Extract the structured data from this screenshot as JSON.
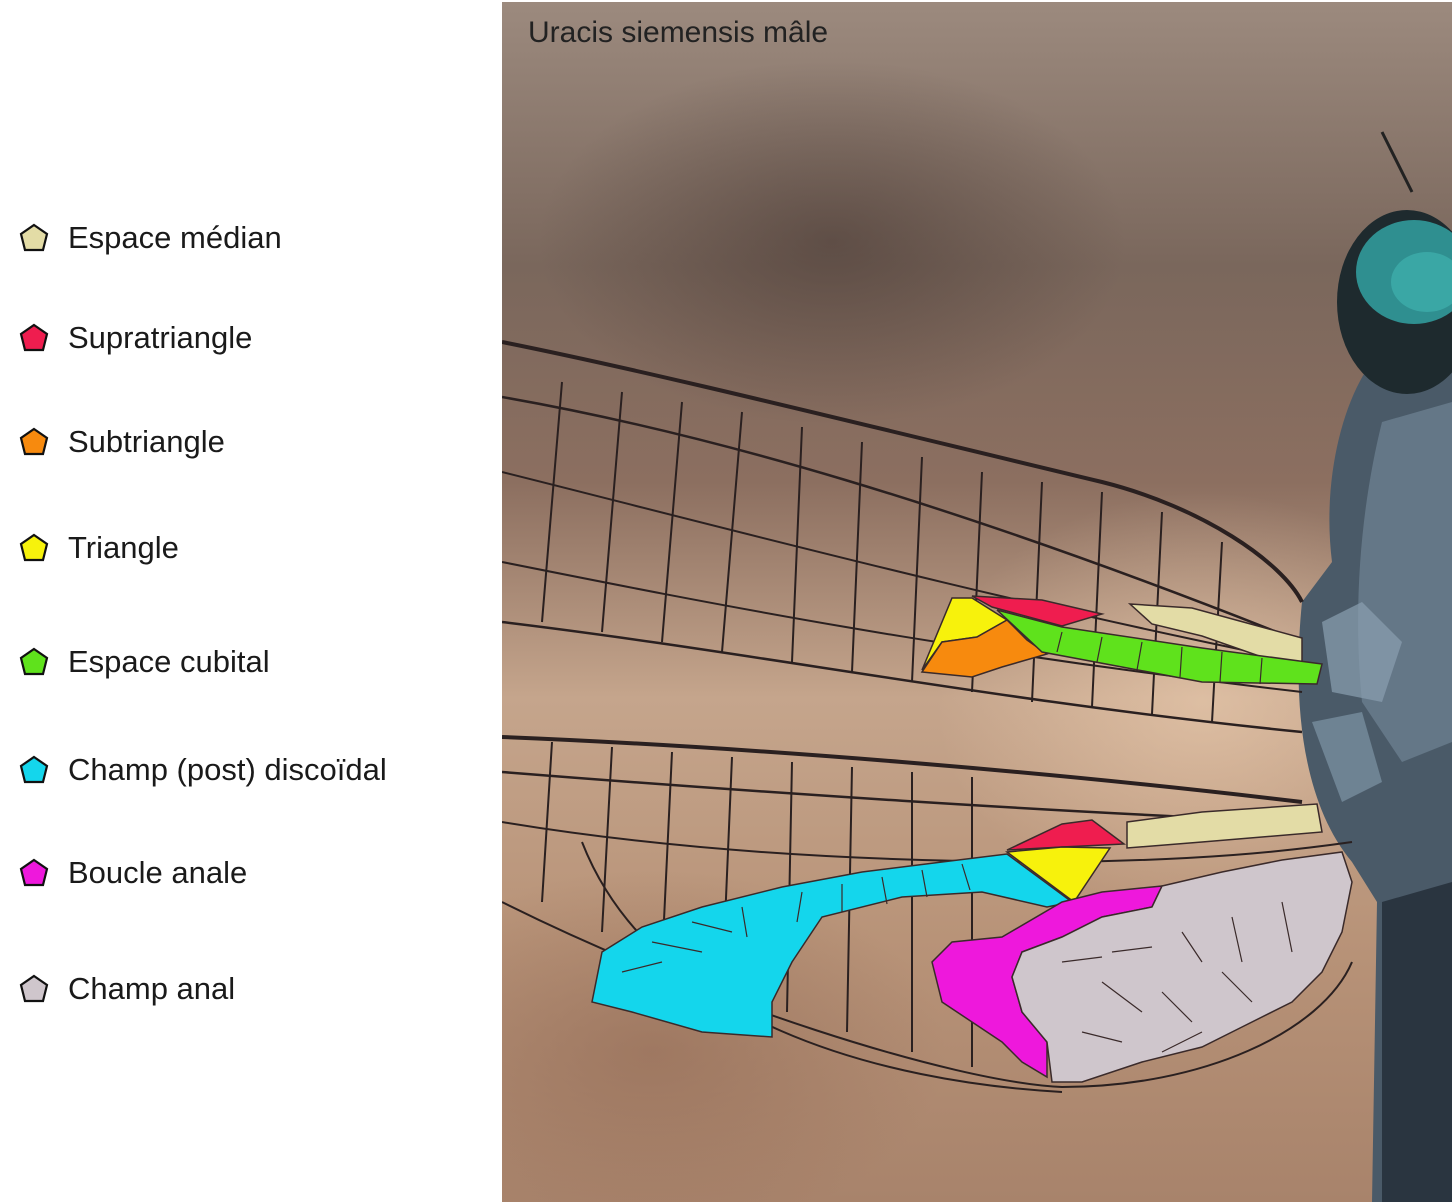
{
  "title": "Uracis siemensis mâle",
  "legend": [
    {
      "label": "Espace médian",
      "color": "#e3dca6"
    },
    {
      "label": "Supratriangle",
      "color": "#ef1d4f"
    },
    {
      "label": "Subtriangle",
      "color": "#f78a0e"
    },
    {
      "label": "Triangle",
      "color": "#f7f20c"
    },
    {
      "label": "Espace cubital",
      "color": "#5fe21c"
    },
    {
      "label": "Champ (post) discoïdal",
      "color": "#14d6ec"
    },
    {
      "label": "Boucle anale",
      "color": "#ee18dc"
    },
    {
      "label": "Champ anal",
      "color": "#cfc6cc"
    }
  ]
}
